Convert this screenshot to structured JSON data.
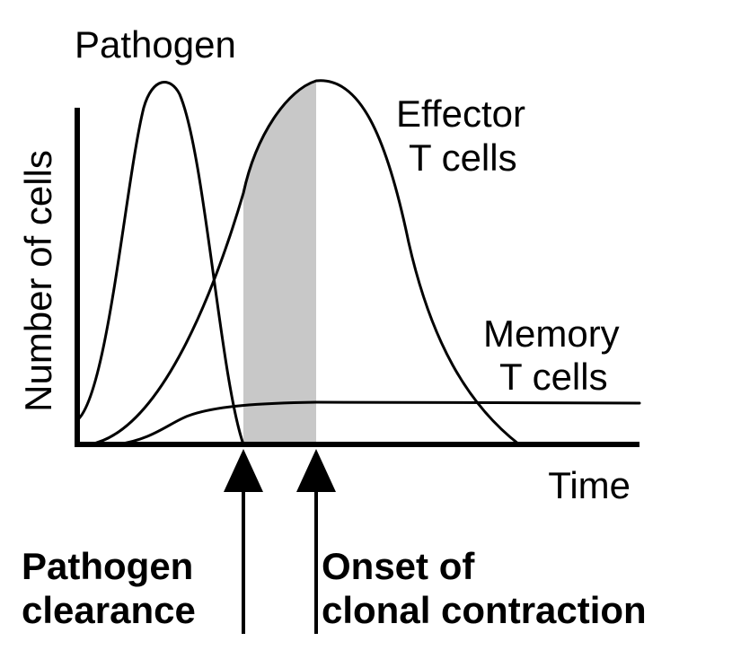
{
  "axes": {
    "y_label": "Number of cells",
    "x_label": "Time"
  },
  "curves": {
    "pathogen": "Pathogen",
    "effector_line1": "Effector",
    "effector_line2": "T cells",
    "memory_line1": "Memory",
    "memory_line2": "T cells"
  },
  "markers": {
    "clearance_line1": "Pathogen",
    "clearance_line2": "clearance",
    "contraction_line1": "Onset of",
    "contraction_line2": "clonal contraction"
  },
  "colors": {
    "shading": "#c8c8c8",
    "ink": "#000000"
  }
}
